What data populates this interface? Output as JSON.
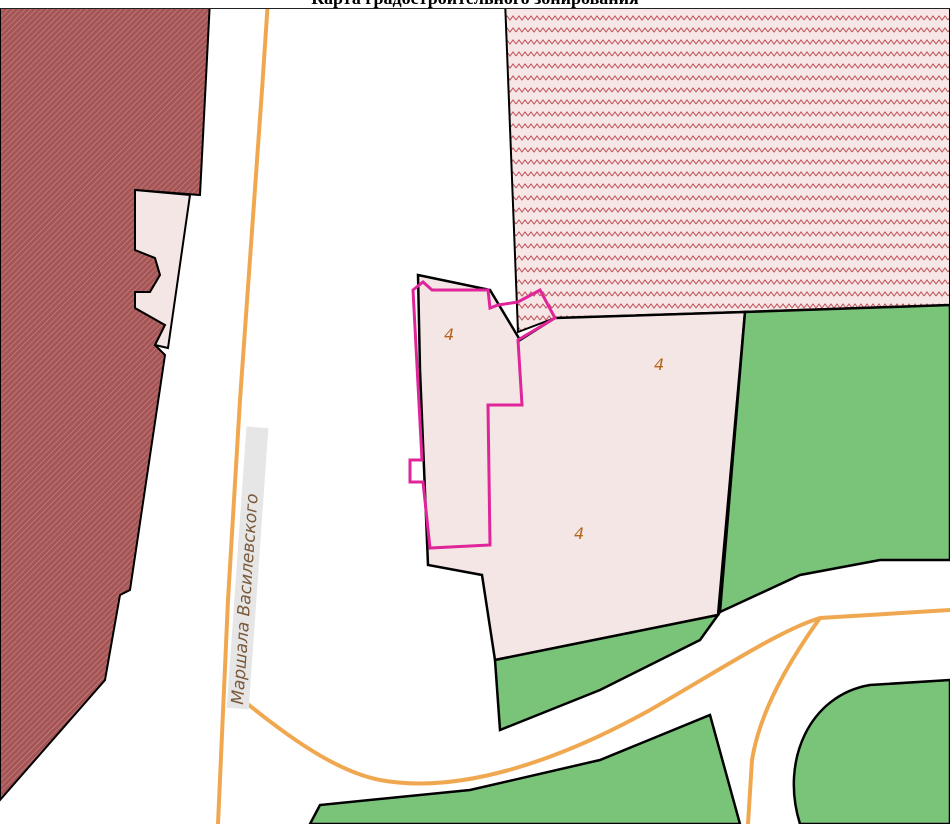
{
  "header": {
    "title": "Карта градостроительного зонирования"
  },
  "map": {
    "street_name": "Маршала Василевского",
    "zone_labels": [
      "4",
      "4",
      "4"
    ],
    "colors": {
      "residential_dark_red": "#a85a5a",
      "public_light_pink": "#f4e6e4",
      "green_zone": "#7ac47a",
      "road_white": "#ffffff",
      "road_axis_orange": "#f0a850",
      "parcel_outline_magenta": "#e0259a",
      "zigzag_hatch": "#c0505a",
      "boundary_black": "#000000"
    }
  }
}
